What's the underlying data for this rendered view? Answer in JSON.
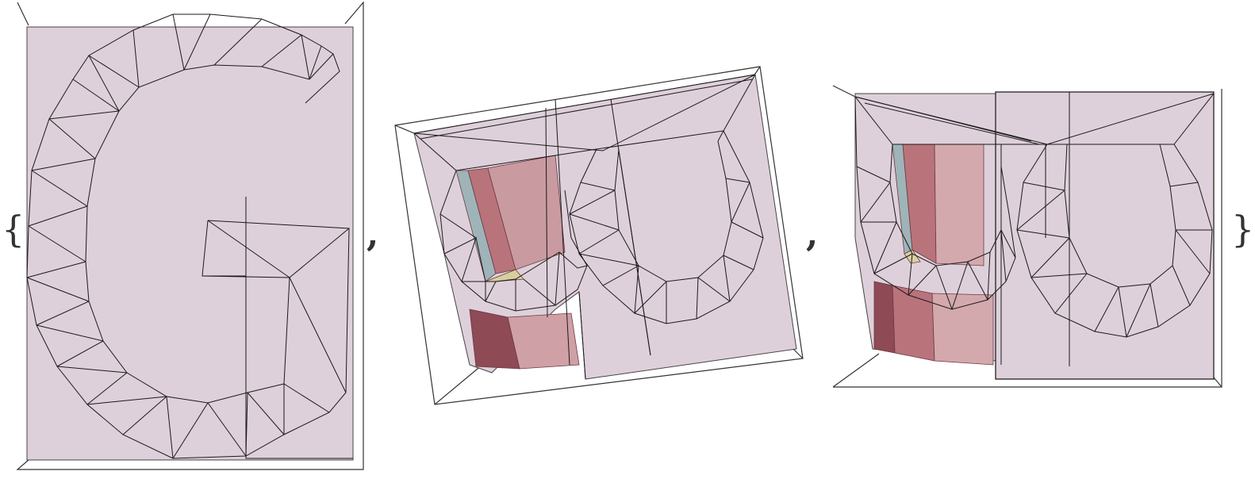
{
  "list": {
    "open_brace": "{",
    "close_brace": "}",
    "separator": ","
  },
  "colors": {
    "face_fill": "#ded0da",
    "edge_stroke": "#1a1a1a",
    "box_stroke": "#333333",
    "wall_dark": "#8e4a55",
    "wall_mid": "#b9737b",
    "wall_light": "#d4a9ae",
    "wall_cool": "#9fb4b8",
    "wall_warm": "#d8cf9e"
  },
  "graphics": [
    {
      "view": "front"
    },
    {
      "view": "tilted"
    },
    {
      "view": "oblique"
    }
  ]
}
